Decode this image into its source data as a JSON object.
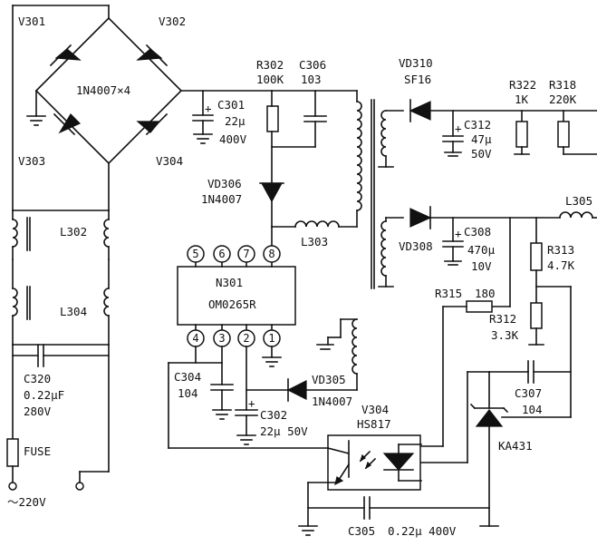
{
  "labels": {
    "v301": "V301",
    "v302": "V302",
    "v303": "V303",
    "v304": "V304",
    "bridge_note": "1N4007×4",
    "r302": "R302",
    "r302_val": "100K",
    "c306": "C306",
    "c306_val": "103",
    "c301": "C301",
    "c301_cap": "22μ",
    "c301_volt": "400V",
    "vd306": "VD306",
    "vd306_type": "1N4007",
    "vd310": "VD310",
    "vd310_type": "SF16",
    "c312": "C312",
    "c312_cap": "47μ",
    "c312_volt": "50V",
    "r322": "R322",
    "r322_val": "1K",
    "r318": "R318",
    "r318_val": "220K",
    "l302": "L302",
    "l303": "L303",
    "l304": "L304",
    "l305": "L305",
    "n301": "N301",
    "n301_type": "OM0265R",
    "pins": [
      "5",
      "6",
      "7",
      "8",
      "4",
      "3",
      "2",
      "1"
    ],
    "vd308": "VD308",
    "c308": "C308",
    "c308_cap": "470μ",
    "c308_volt": "10V",
    "r313": "R313",
    "r313_val": "4.7K",
    "r315": "R315",
    "r315_val": "180",
    "r312": "R312",
    "r312_val": "3.3K",
    "c320": "C320",
    "c320_cap": "0.22μF",
    "c320_volt": "280V",
    "c304": "C304",
    "c304_val": "104",
    "vd305": "VD305",
    "vd305_type": "1N4007",
    "c302": "C302",
    "c302_val": "22μ 50V",
    "v304_type": "HS817",
    "c307": "C307",
    "c307_val": "104",
    "ka431": "KA431",
    "fuse": "FUSE",
    "mains": "～220V",
    "c305": "C305",
    "c305_val": "0.22μ 400V",
    "plus": "+"
  }
}
